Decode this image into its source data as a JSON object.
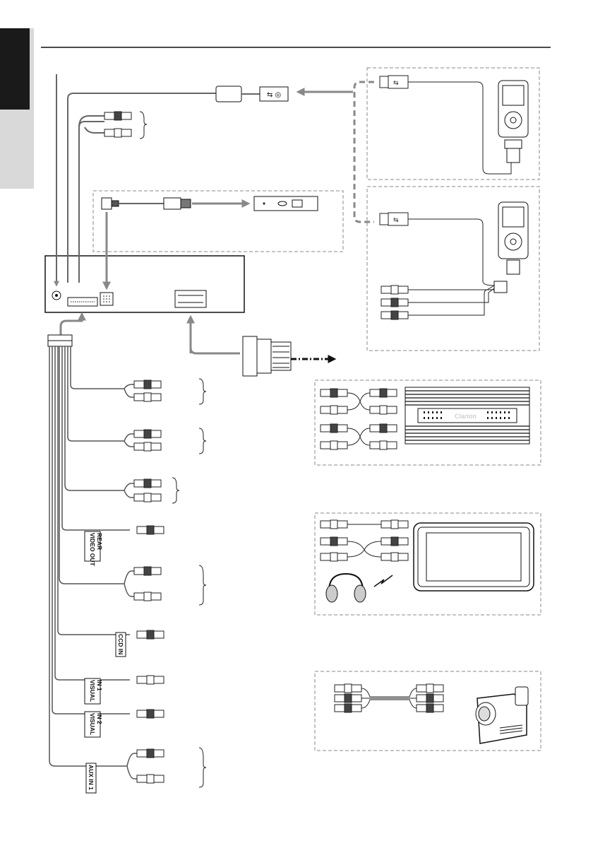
{
  "cable_labels": {
    "video_out_rear": [
      "VIDEO OUT",
      "REAR"
    ],
    "ccd_in": "CCD IN",
    "visual_in_1": [
      "VISUAL",
      "IN 1"
    ],
    "visual_in_2": [
      "VISUAL",
      "IN 2"
    ],
    "aux_in_1": "AUX IN 1"
  },
  "amplifier": {
    "brand": "Clarion"
  }
}
